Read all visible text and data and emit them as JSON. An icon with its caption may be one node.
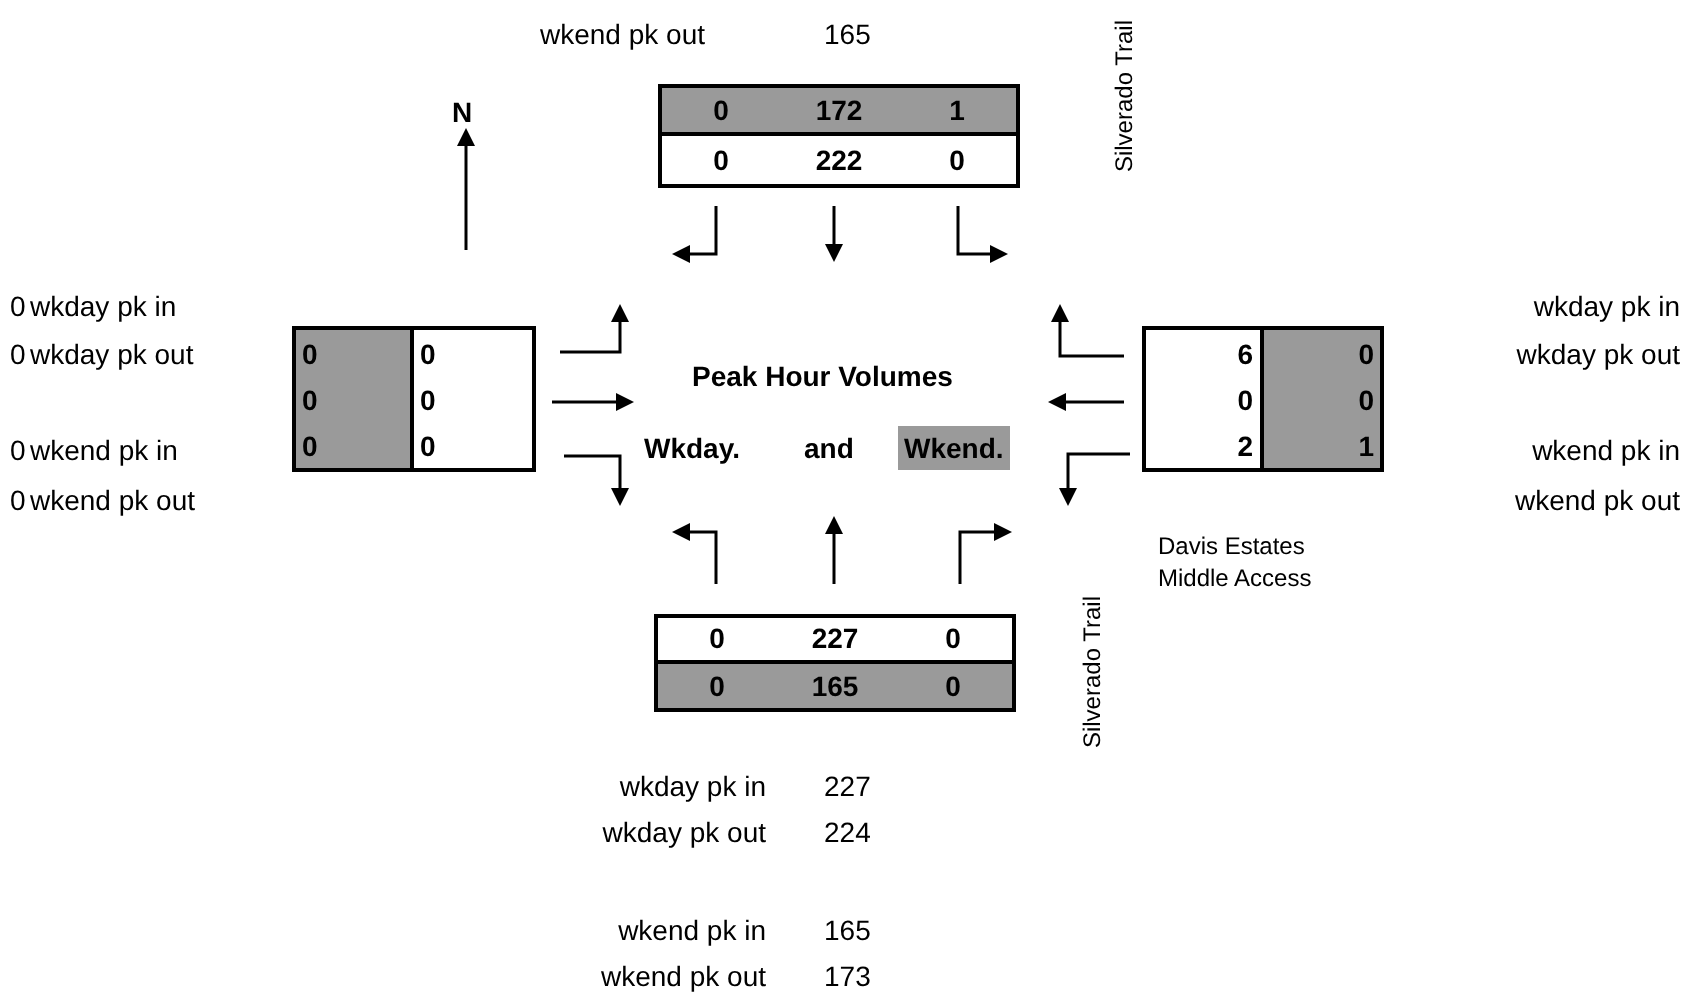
{
  "diagram": {
    "labels": [
      "wkend pk out",
      "165",
      "N",
      "0",
      "172",
      "1",
      "0",
      "222",
      "0",
      "Silverado Trail",
      "0",
      "wkday pk in",
      "wkday pk in",
      "0",
      "wkday pk out",
      "0",
      "0",
      "Peak Hour Volumes",
      "6",
      "0",
      "wkday pk out",
      "0",
      "0",
      "0",
      "0",
      "0",
      "wkend pk in",
      "0",
      "0",
      "Wkday.",
      "and",
      "Wkend.",
      "2",
      "1",
      "wkend pk in",
      "0",
      "wkend pk out",
      "wkend pk out",
      "Davis Estates Middle Access",
      "0",
      "227",
      "0",
      "0",
      "165",
      "0",
      "Silverado Trail",
      "wkday pk in",
      "227",
      "wkday pk out",
      "224",
      "wkend pk in",
      "165",
      "wkend pk out",
      "173"
    ]
  }
}
